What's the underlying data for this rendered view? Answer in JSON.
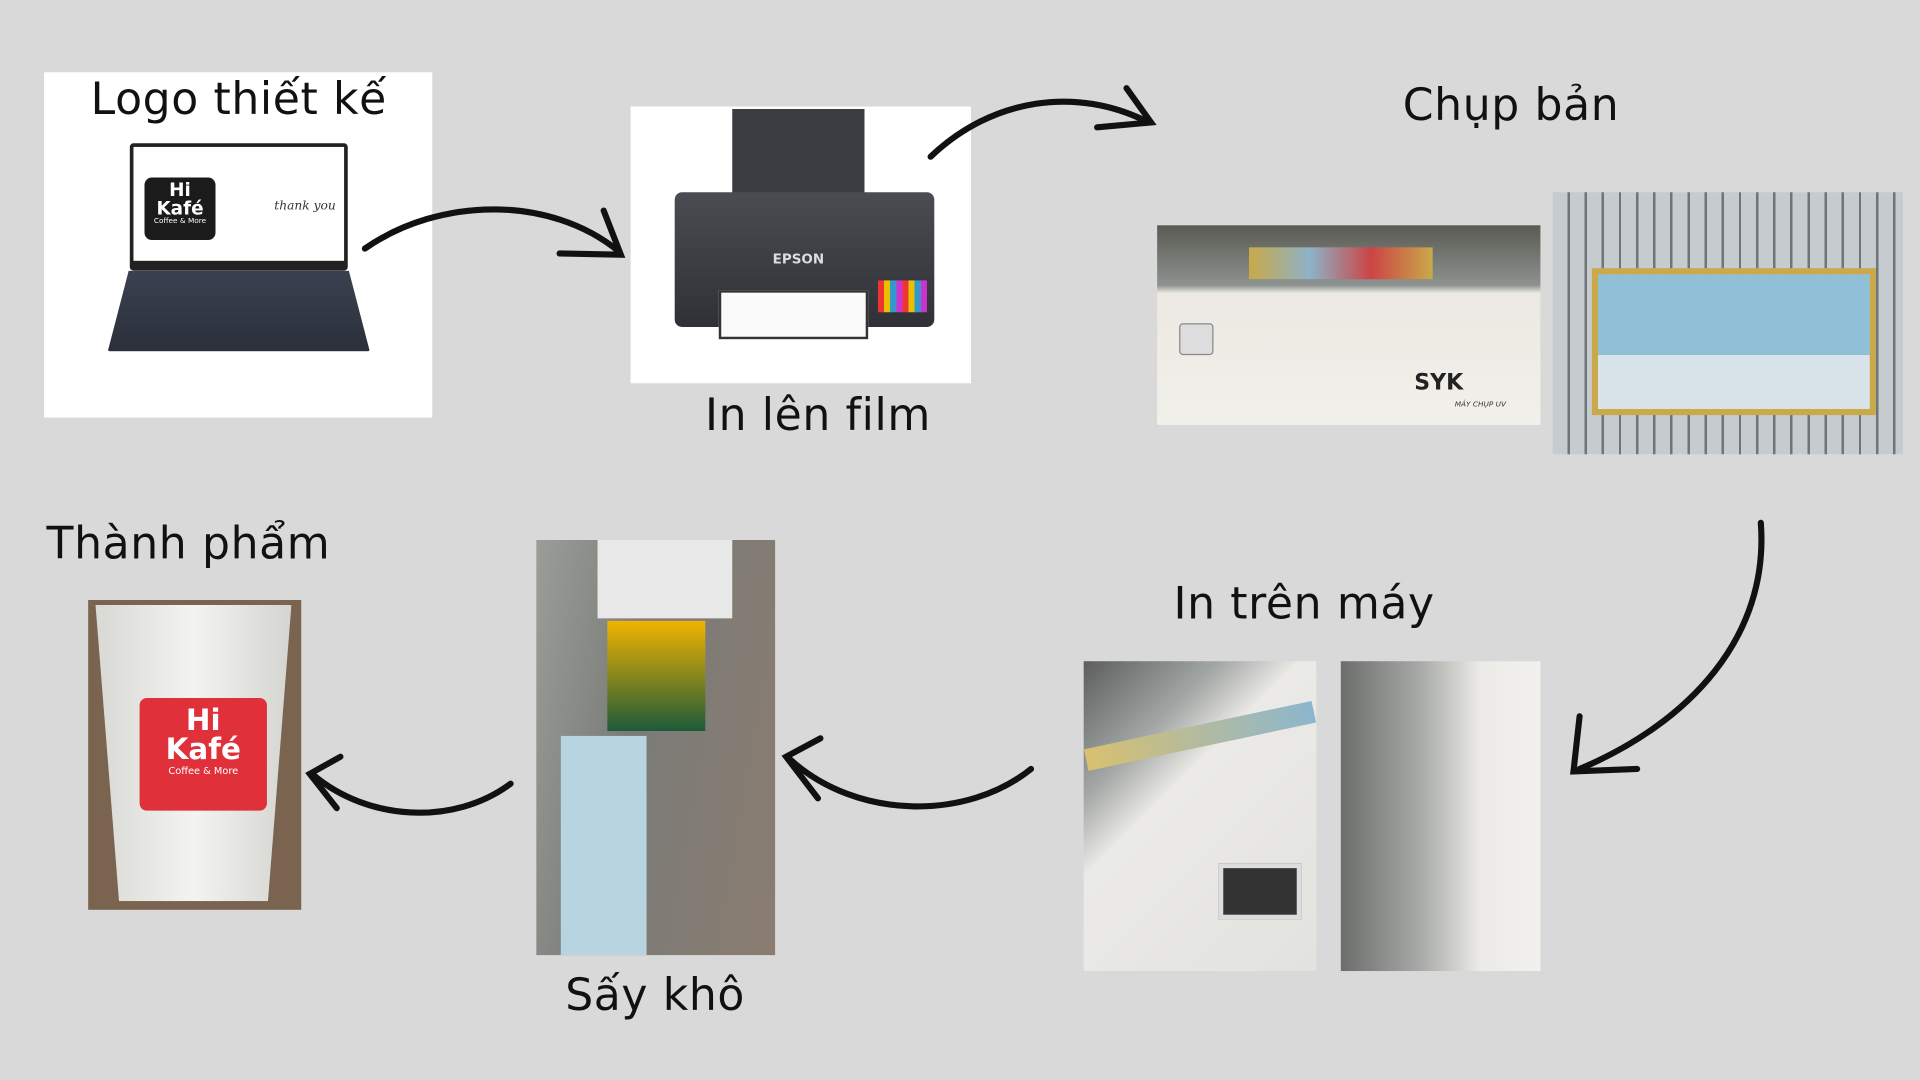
{
  "steps": {
    "design": {
      "label": "Logo thiết kế"
    },
    "film": {
      "label": "In lên film"
    },
    "exposure": {
      "label": "Chụp bản"
    },
    "printing": {
      "label": "In trên máy"
    },
    "drying": {
      "label": "Sấy khô"
    },
    "finished": {
      "label": "Thành phẩm"
    }
  },
  "logo": {
    "line1": "Hi",
    "line2": "Kafé",
    "tagline": "Coffee & More",
    "thanks": "thank you"
  },
  "printer": {
    "brand": "EPSON"
  },
  "exposure_machine": {
    "brand": "SYK",
    "model": "MÁY CHỤP UV"
  },
  "colors": {
    "background": "#d9d9d9",
    "logo_red": "#e0313a",
    "arrow": "#111111"
  }
}
